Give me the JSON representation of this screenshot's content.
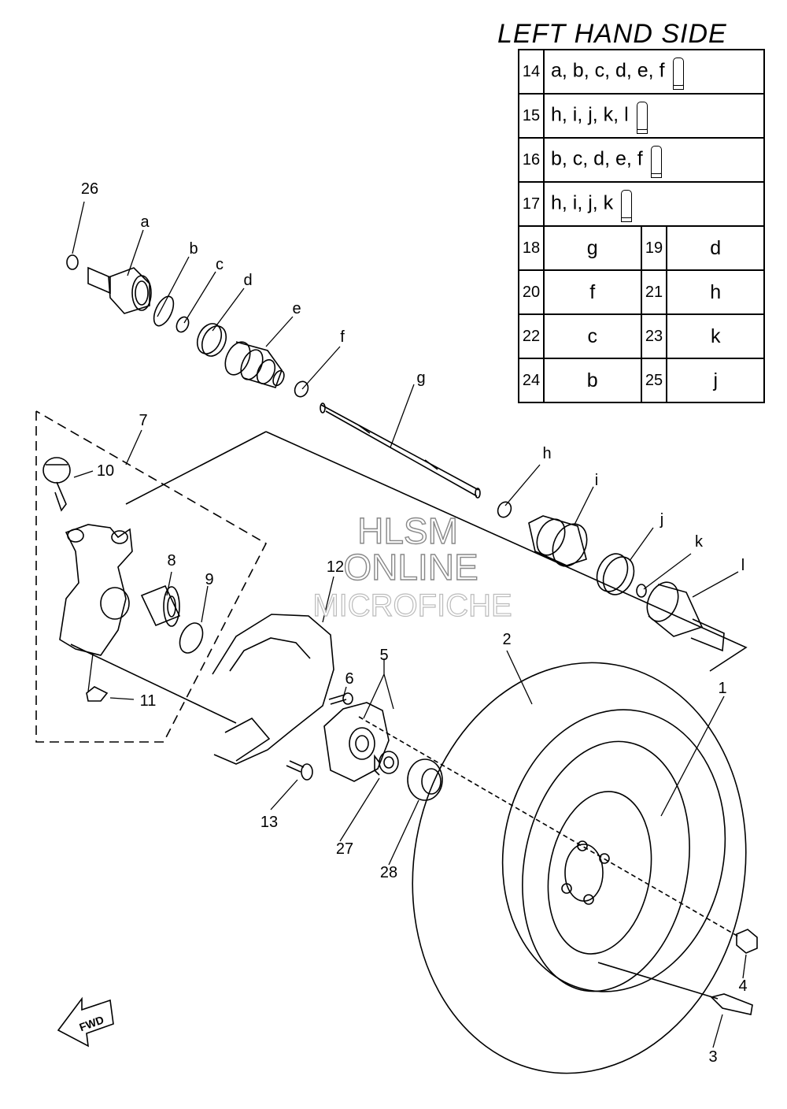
{
  "title": "LEFT HAND SIDE",
  "legend": {
    "kit_rows": [
      {
        "num": "14",
        "parts": "a, b, c, d, e, f"
      },
      {
        "num": "15",
        "parts": "h, i, j, k, l"
      },
      {
        "num": "16",
        "parts": "b, c, d, e, f"
      },
      {
        "num": "17",
        "parts": "h, i, j, k"
      }
    ],
    "pair_rows": [
      {
        "num_a": "18",
        "val_a": "g",
        "num_b": "19",
        "val_b": "d"
      },
      {
        "num_a": "20",
        "val_a": "f",
        "num_b": "21",
        "val_b": "h"
      },
      {
        "num_a": "22",
        "val_a": "c",
        "num_b": "23",
        "val_b": "k"
      },
      {
        "num_a": "24",
        "val_a": "b",
        "num_b": "25",
        "val_b": "j"
      }
    ]
  },
  "letters": {
    "a": "a",
    "b": "b",
    "c": "c",
    "d": "d",
    "e": "e",
    "f": "f",
    "g": "g",
    "h": "h",
    "i": "i",
    "j": "j",
    "k": "k",
    "l": "l"
  },
  "numbers": {
    "n1": "1",
    "n2": "2",
    "n3": "3",
    "n4": "4",
    "n5": "5",
    "n6": "6",
    "n7": "7",
    "n8": "8",
    "n9": "9",
    "n10": "10",
    "n11": "11",
    "n12": "12",
    "n13": "13",
    "n26": "26",
    "n27": "27",
    "n28": "28"
  },
  "watermark": {
    "line1": "HLSM",
    "line2": "ONLINE",
    "line3": "MICROFICHE"
  },
  "fwd_label": "FWD"
}
